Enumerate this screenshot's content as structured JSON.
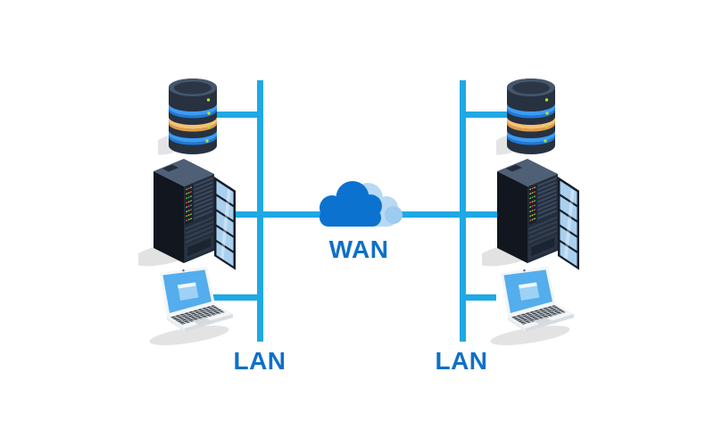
{
  "diagram": {
    "type": "network-topology",
    "background": "#ffffff",
    "wan": {
      "label": "WAN"
    },
    "lan_left": {
      "label": "LAN"
    },
    "lan_right": {
      "label": "LAN"
    },
    "sites": {
      "left": {
        "nodes": [
          "database",
          "server-rack",
          "laptop"
        ],
        "bus_label": "LAN"
      },
      "right": {
        "nodes": [
          "database",
          "server-rack",
          "laptop"
        ],
        "bus_label": "LAN"
      }
    },
    "colors": {
      "link": "#1fa9e4",
      "label_text": "#0e70c8",
      "cloud_front": "#0b72cf",
      "cloud_back": "#b7d9f4",
      "device_dark": "#232e3d",
      "db_band_blue": "#3b9cf4",
      "db_band_orange": "#f6c272",
      "door_glass": "#a9d0ee",
      "led_green": "#8ce32a",
      "led_red": "#ff5545",
      "led_yellow": "#ffc23d",
      "laptop_screen": "#54adec"
    }
  }
}
